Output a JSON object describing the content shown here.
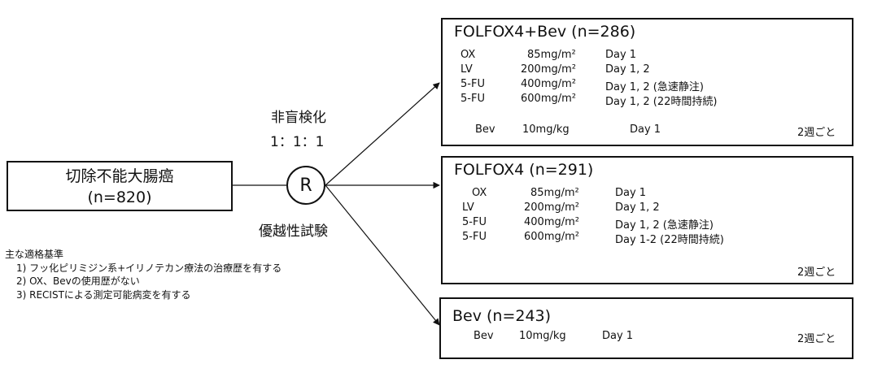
{
  "population": {
    "line1": "切除不能大腸癌",
    "line2": "(n=820)"
  },
  "randomization": {
    "symbol": "R",
    "label_top": "非盲検化",
    "ratio": "1：1：1",
    "label_bottom": "優越性試験"
  },
  "criteria": {
    "heading": "主な適格基準",
    "items": [
      "1) フッ化ピリミジン系+イリノテカン療法の治療歴を有する",
      "2) OX、Bevの使用歴がない",
      "3) RECISTによる測定可能病変を有する"
    ]
  },
  "arms": [
    {
      "title": "FOLFOX4+Bev (n=286)",
      "rows": [
        {
          "drug": "OX",
          "dose": "85mg/m²",
          "day": "Day 1"
        },
        {
          "drug": "LV",
          "dose": "200mg/m²",
          "day": "Day 1, 2"
        },
        {
          "drug": "5-FU",
          "dose": "400mg/m²",
          "day": "Day 1, 2 (急速静注)"
        },
        {
          "drug": "5-FU",
          "dose": "600mg/m²",
          "day": "Day 1, 2 (22時間持続)"
        }
      ],
      "bev_row": {
        "drug": "Bev",
        "dose": "10mg/kg",
        "day": "Day 1",
        "cycle": "2週ごと"
      }
    },
    {
      "title": "FOLFOX4 (n=291)",
      "rows": [
        {
          "drug": "OX",
          "dose": "85mg/m²",
          "day": "Day 1"
        },
        {
          "drug": "LV",
          "dose": "200mg/m²",
          "day": "Day 1, 2"
        },
        {
          "drug": "5-FU",
          "dose": "400mg/m²",
          "day": "Day 1, 2 (急速静注)"
        },
        {
          "drug": "5-FU",
          "dose": "600mg/m²",
          "day": "Day 1-2 (22時間持続)"
        }
      ],
      "cycle": "2週ごと"
    },
    {
      "title": "Bev (n=243)",
      "bev_row": {
        "drug": "Bev",
        "dose": "10mg/kg",
        "day": "Day 1",
        "cycle": "2週ごと"
      }
    }
  ]
}
